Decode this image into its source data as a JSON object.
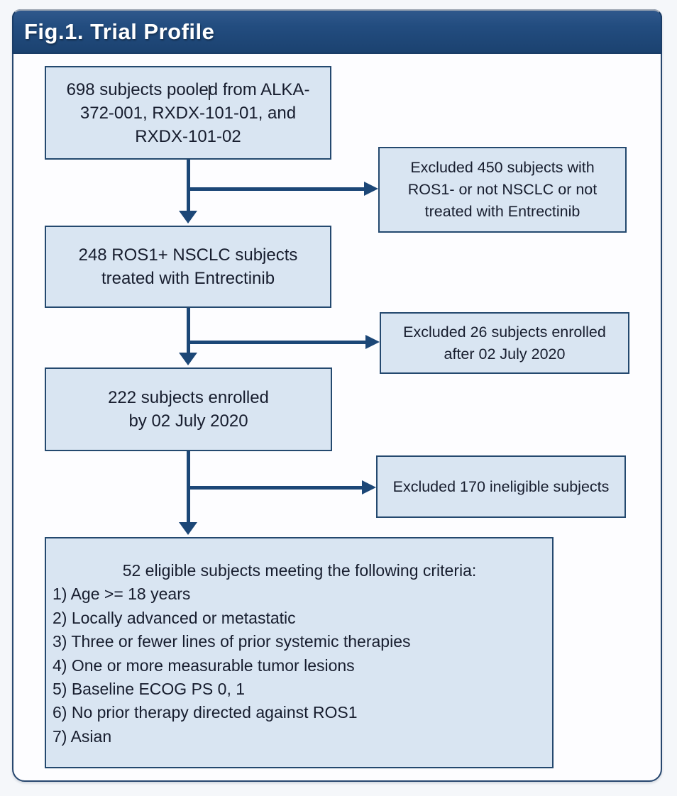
{
  "figure": {
    "title": "Fig.1. Trial Profile"
  },
  "colors": {
    "header_background": "#1d4573",
    "frame_border": "#27476f",
    "box_fill": "#d9e5f2",
    "box_border": "#24496f",
    "arrow": "#1c4777",
    "text": "#171d2e",
    "title_text": "#ffffff"
  },
  "flowchart": {
    "main_boxes": [
      {
        "name": "pooled-subjects",
        "lines": [
          "698 subjects pooled from ALKA-",
          "372-001, RXDX-101-01, and",
          "RXDX-101-02"
        ]
      },
      {
        "name": "ros1-treated-subjects",
        "lines": [
          "248 ROS1+ NSCLC subjects",
          "treated with Entrectinib"
        ]
      },
      {
        "name": "enrolled-subjects",
        "lines": [
          "222 subjects enrolled",
          "by 02 July 2020"
        ]
      }
    ],
    "excluded_boxes": [
      {
        "name": "excluded-450",
        "lines": [
          "Excluded 450 subjects with",
          "ROS1- or not NSCLC or not",
          "treated with Entrectinib"
        ]
      },
      {
        "name": "excluded-26",
        "lines": [
          "Excluded 26 subjects enrolled",
          "after 02 July 2020"
        ]
      },
      {
        "name": "excluded-170",
        "lines": [
          "Excluded 170 ineligible subjects"
        ]
      }
    ],
    "eligible_box": {
      "heading": "52 eligible subjects meeting the following criteria:",
      "criteria": [
        "1) Age >= 18 years",
        "2) Locally advanced or metastatic",
        "3) Three or fewer lines of prior systemic therapies",
        "4) One or more measurable tumor lesions",
        "5) Baseline ECOG PS 0, 1",
        "6) No prior therapy directed against ROS1",
        "7) Asian"
      ]
    }
  }
}
